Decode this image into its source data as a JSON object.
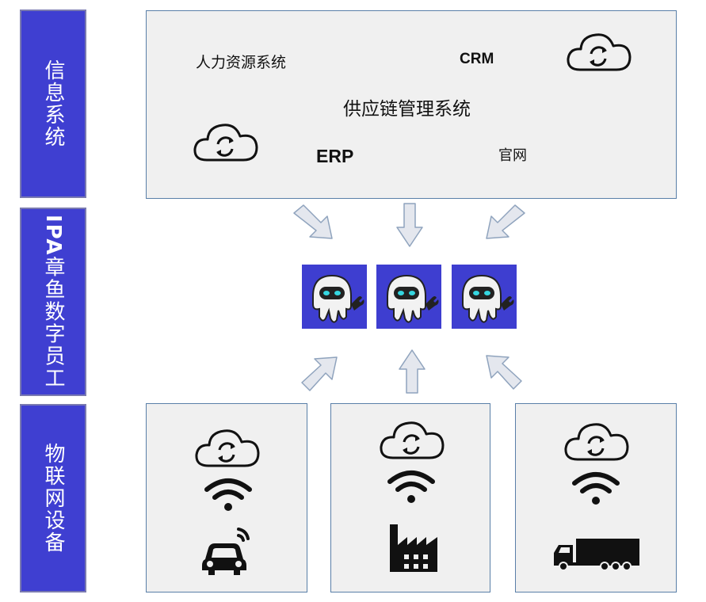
{
  "layers": {
    "info": "信息系统",
    "ipa_prefix": "IPA",
    "ipa_rest": "章鱼数字员工",
    "iot": "物联网设备"
  },
  "systems": {
    "hr": "人力资源系统",
    "crm": "CRM",
    "scm": "供应链管理系统",
    "erp": "ERP",
    "website": "官网"
  },
  "icons": {
    "cloud": "cloud-sync-icon",
    "robot": "octopus-robot-icon",
    "wifi": "wifi-icon",
    "car": "connected-car-icon",
    "factory": "factory-icon",
    "truck": "truck-icon"
  },
  "colors": {
    "layer_blue": "#3f3fd1",
    "box_fill": "#f0f0f0",
    "box_border": "#5a7fa8",
    "arrow_fill": "#e4e7ee",
    "arrow_stroke": "#8fa3bd"
  }
}
